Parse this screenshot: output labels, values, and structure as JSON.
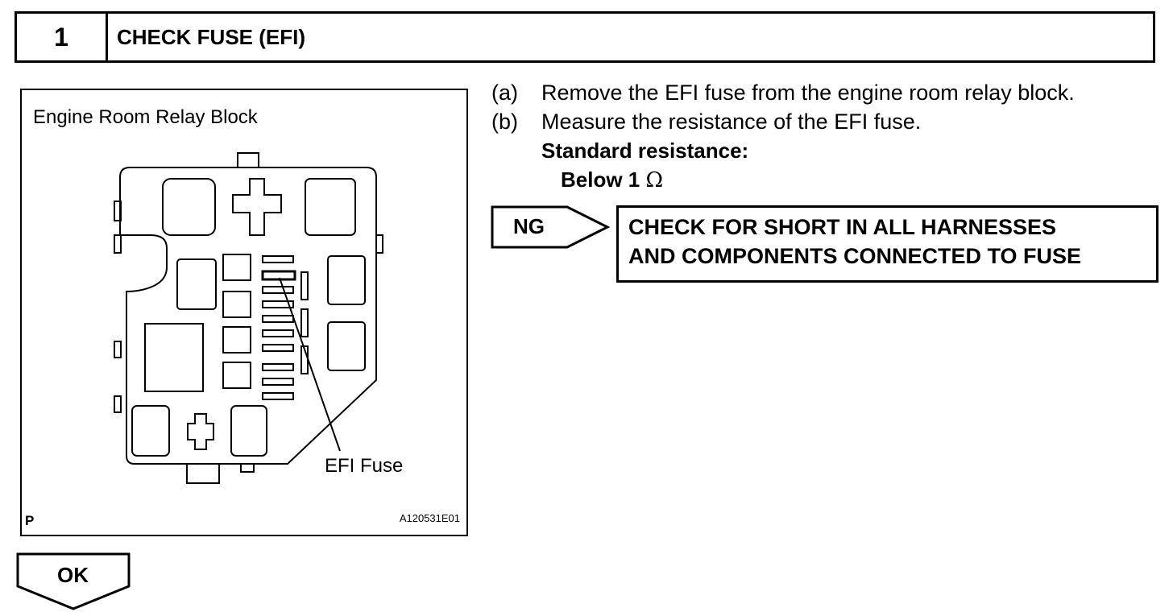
{
  "step": {
    "number": "1",
    "title": "CHECK FUSE (EFI)"
  },
  "figure": {
    "title": "Engine Room Relay Block",
    "callout": "EFI Fuse",
    "corner_left": "P",
    "corner_right": "A120531E01"
  },
  "instructions": [
    {
      "marker": "(a)",
      "text": "Remove the EFI fuse from the engine room relay block."
    },
    {
      "marker": "(b)",
      "text": "Measure the resistance of the EFI fuse."
    }
  ],
  "spec": {
    "label": "Standard resistance:",
    "value": "Below 1",
    "unit": "Ω"
  },
  "result_ng": {
    "label": "NG",
    "line1": "CHECK FOR SHORT IN ALL HARNESSES",
    "line2": "AND COMPONENTS CONNECTED TO FUSE"
  },
  "result_ok": {
    "label": "OK"
  }
}
